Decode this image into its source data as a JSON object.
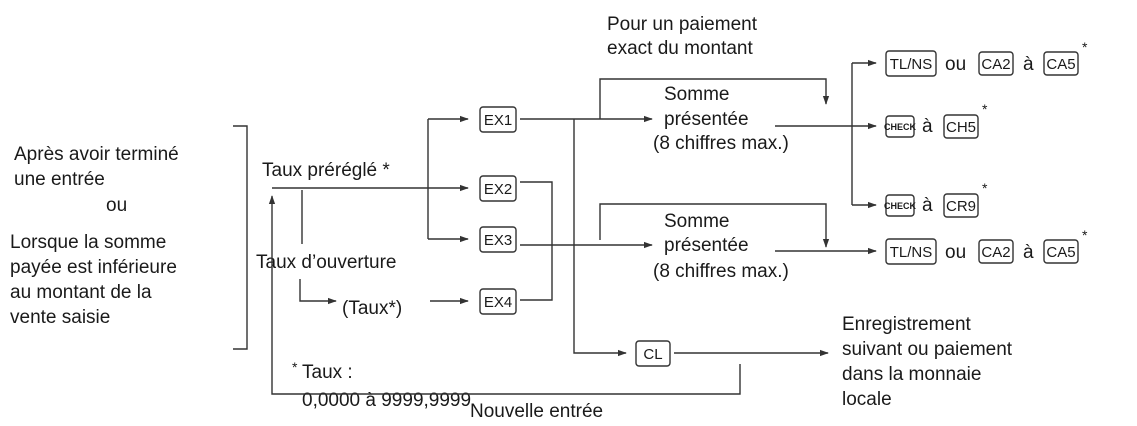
{
  "left_text": {
    "line1": "Après avoir terminé",
    "line2": "une entrée",
    "line3": "ou",
    "line4": "Lorsque la somme",
    "line5": "payée est inférieure",
    "line6": "au montant de la",
    "line7": "vente saisie"
  },
  "taux_pregle": "Taux préréglé *",
  "taux_ouverture": "Taux d’ouverture",
  "taux_param": "(Taux*)",
  "taux_note": {
    "star": "*",
    "line1": "Taux :",
    "line2": "0,0000 à 9999,9999"
  },
  "nouvelle_entree": "Nouvelle entrée",
  "keys": {
    "ex1": "EX1",
    "ex2": "EX2",
    "ex3": "EX3",
    "ex4": "EX4",
    "cl": "CL",
    "tlns": "TL/NS",
    "ca2": "CA2",
    "ca5": "CA5",
    "check": "CHECK",
    "ch5": "CH5",
    "cr9": "CR9"
  },
  "connectors": {
    "ou": "ou",
    "a": "à",
    "star": "*"
  },
  "paiement_exact": {
    "line1": "Pour un paiement",
    "line2": "exact du montant"
  },
  "somme1": {
    "line1": "Somme",
    "line2": "présentée",
    "line3": "(8 chiffres max.)"
  },
  "somme2": {
    "line1": "Somme",
    "line2": "présentée",
    "line3": "(8 chiffres max.)"
  },
  "enregistrement": {
    "line1": "Enregistrement",
    "line2": "suivant ou paiement",
    "line3": "dans la monnaie",
    "line4": "locale"
  },
  "colors": {
    "line": "#333333",
    "text": "#1a1a1a",
    "key_fill": "#ffffff"
  }
}
